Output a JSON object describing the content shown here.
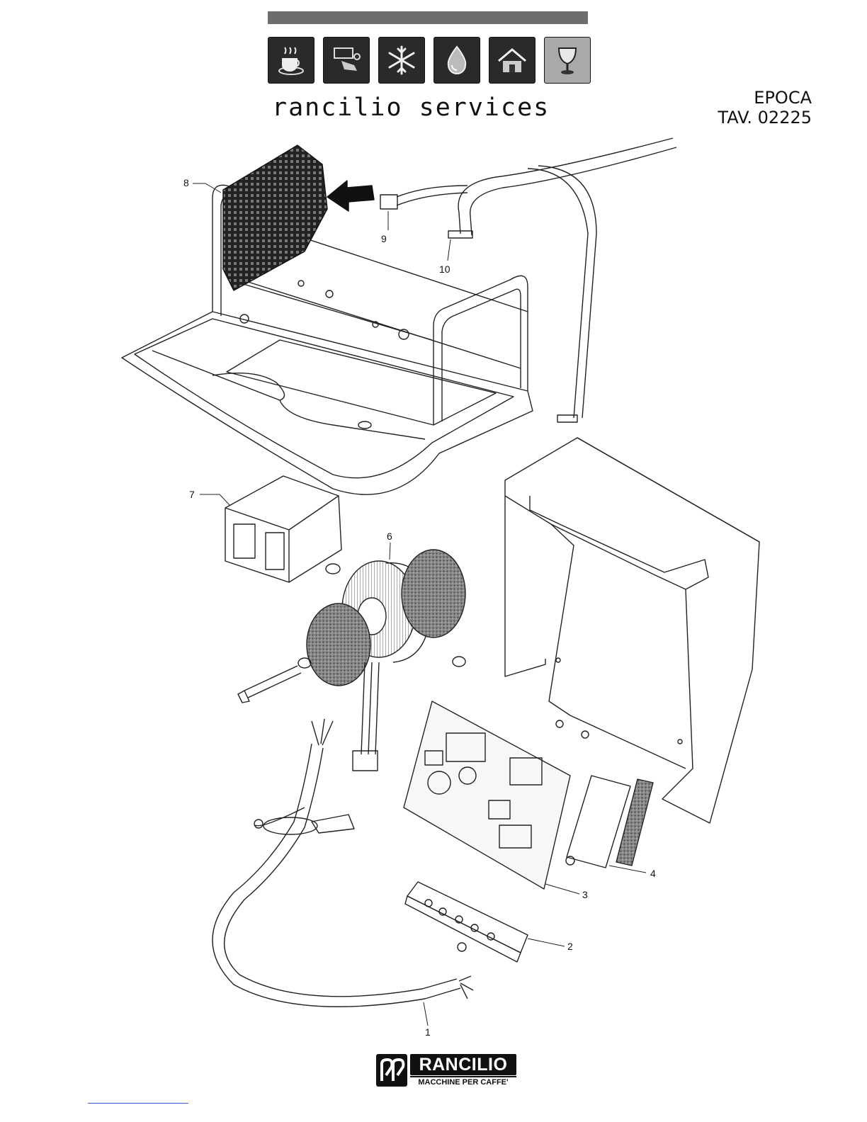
{
  "header": {
    "brand_title": "rancilio services",
    "model_name": "EPOCA",
    "table_ref": "TAV. 02225",
    "service_icons": [
      "coffee-cup-icon",
      "coffee-machine-icon",
      "snowflake-icon",
      "water-drop-icon",
      "house-icon",
      "glass-icon"
    ]
  },
  "diagram": {
    "callouts": [
      {
        "id": "c1",
        "label": "1"
      },
      {
        "id": "c2",
        "label": "2"
      },
      {
        "id": "c3",
        "label": "3"
      },
      {
        "id": "c4",
        "label": "4"
      },
      {
        "id": "c6",
        "label": "6"
      },
      {
        "id": "c7",
        "label": "7"
      },
      {
        "id": "c8",
        "label": "8"
      },
      {
        "id": "c9",
        "label": "9"
      },
      {
        "id": "c10",
        "label": "10"
      }
    ]
  },
  "footer": {
    "logo_name": "RANCILIO",
    "logo_tagline": "MACCHINE PER CAFFE'"
  },
  "colors": {
    "ink": "#111111",
    "header_bar": "#6d6d6d"
  }
}
